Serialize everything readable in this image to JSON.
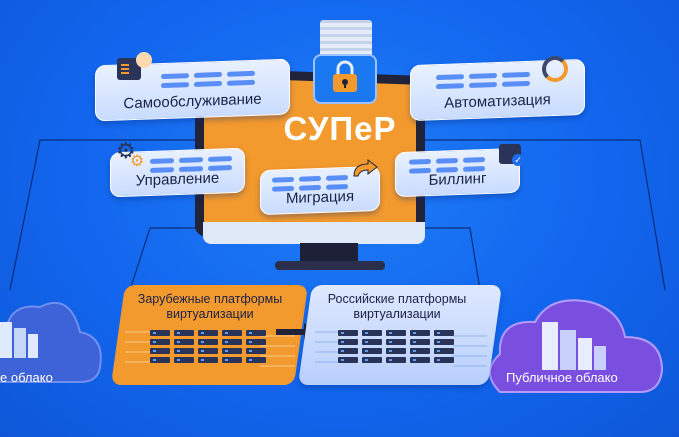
{
  "product": {
    "name": "СУПеР"
  },
  "modules": {
    "self_service": {
      "label": "Самообслуживание",
      "icon": "document-icon"
    },
    "automation": {
      "label": "Автоматизация",
      "icon": "sync-icon"
    },
    "management": {
      "label": "Управление",
      "icon": "gears-icon"
    },
    "billing": {
      "label": "Биллинг",
      "icon": "billing-icon"
    },
    "migration": {
      "label": "Миграция",
      "icon": "arrow-icon"
    }
  },
  "platforms": {
    "foreign": {
      "line1": "Зарубежные платформы",
      "line2": "виртуализации"
    },
    "russian": {
      "line1": "Российские платформы",
      "line2": "виртуализации"
    }
  },
  "clouds": {
    "private": {
      "label": "е облако"
    },
    "public": {
      "label": "Публичное облако"
    }
  },
  "colors": {
    "background": "#1266ee",
    "accent_orange": "#f39a2e",
    "card_light": "#dce8ff",
    "dark_navy": "#20233a",
    "cloud_purple": "#7a4fe0",
    "cloud_blue": "#3e62d8"
  }
}
